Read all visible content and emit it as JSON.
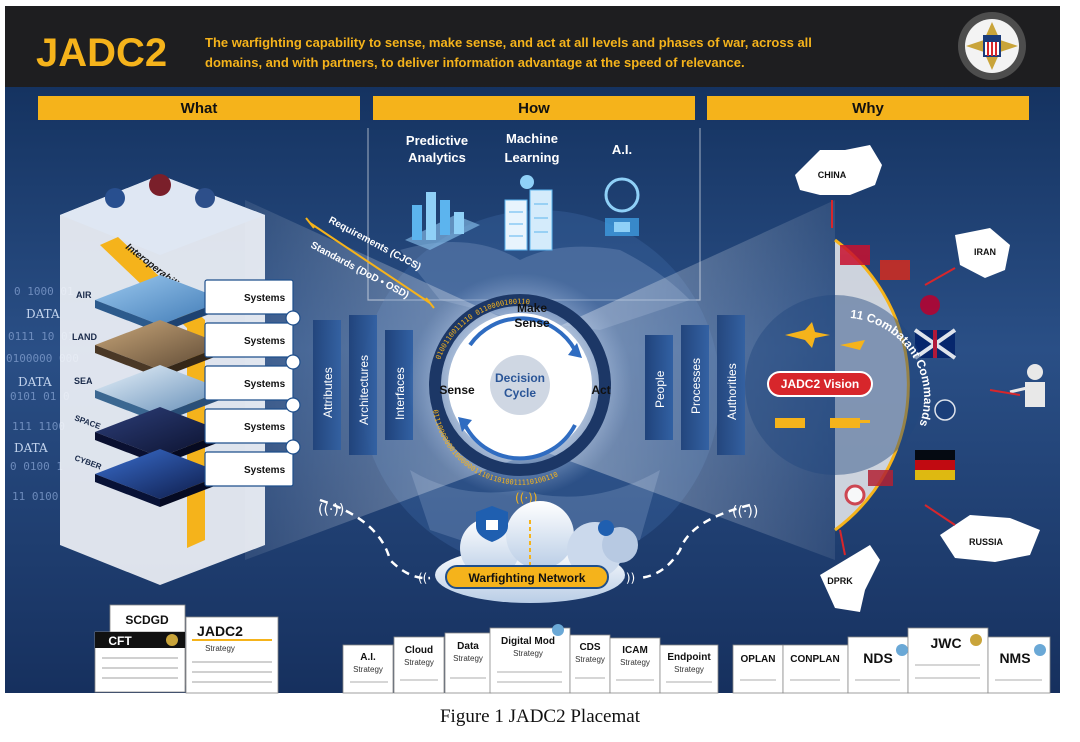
{
  "banner": {
    "logo": "JADC2",
    "tagline_line1": "The warfighting capability to sense, make sense, and act at all levels and phases of war, across all",
    "tagline_line2": "domains, and with partners, to deliver information advantage at the speed of relevance."
  },
  "columns": {
    "what": "What",
    "how": "How",
    "why": "Why"
  },
  "how_tech": {
    "predictive_1": "Predictive",
    "predictive_2": "Analytics",
    "machine_1": "Machine",
    "machine_2": "Learning",
    "ai": "A.I."
  },
  "requirements_label": "Requirements (CJCS)",
  "standards_label": "Standards (DoD • OSD)",
  "interoperability": "Interoperability",
  "domains": [
    "AIR",
    "LAND",
    "SEA",
    "SPACE",
    "CYBER"
  ],
  "systems_label": "Systems",
  "data_words": [
    "DATA",
    "DATA",
    "DATA"
  ],
  "left_pillars": [
    "Attributes",
    "Architectures",
    "Interfaces"
  ],
  "right_pillars": [
    "People",
    "Processes",
    "Authorities"
  ],
  "cycle": {
    "sense": "Sense",
    "make_sense_1": "Make",
    "make_sense_2": "Sense",
    "act": "Act",
    "center_1": "Decision",
    "center_2": "Cycle",
    "binary_top": "0100110011110 0110000100110",
    "binary_bottom": "011100000001000000111011010011110100110"
  },
  "network_label": "Warfighting Network",
  "vision_label": "JADC2 Vision",
  "combatant_commands": "11 Combatant Commands",
  "threats": [
    "CHINA",
    "IRAN",
    "RUSSIA",
    "DPRK"
  ],
  "documents": {
    "left": [
      "SCDGD",
      "CFT",
      "JADC2",
      "Strategy"
    ],
    "middle": [
      {
        "title": "A.I.",
        "sub": "Strategy"
      },
      {
        "title": "Cloud",
        "sub": "Strategy"
      },
      {
        "title": "Data",
        "sub": "Strategy"
      },
      {
        "title": "Digital Mod",
        "sub": "Strategy"
      },
      {
        "title": "CDS",
        "sub": "Strategy"
      },
      {
        "title": "ICAM",
        "sub": "Strategy"
      },
      {
        "title": "Endpoint",
        "sub": "Strategy"
      }
    ],
    "right": [
      "OPLAN",
      "CONPLAN",
      "NDS",
      "JWC",
      "NMS"
    ]
  },
  "caption": "Figure 1 JADC2 Placemat",
  "colors": {
    "banner": "#1e1e20",
    "gold": "#f5b31b",
    "navy": "#0d2a57",
    "blue": "#1f4f8c",
    "red": "#d7262b",
    "white": "#ffffff"
  }
}
